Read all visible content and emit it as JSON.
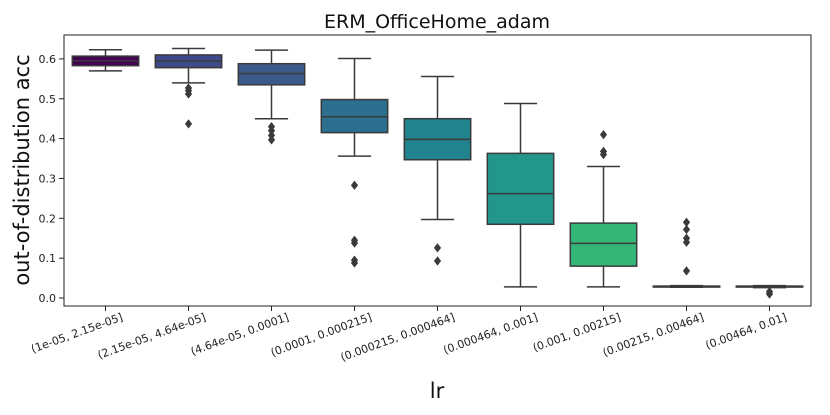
{
  "chart_data": {
    "type": "box",
    "title": "ERM_OfficeHome_adam",
    "xlabel": "lr",
    "ylabel": "out-of-distribution acc",
    "ylim": [
      -0.02,
      0.66
    ],
    "yticks": [
      0.0,
      0.1,
      0.2,
      0.3,
      0.4,
      0.5,
      0.6
    ],
    "ytick_labels": [
      "0.0",
      "0.1",
      "0.2",
      "0.3",
      "0.4",
      "0.5",
      "0.6"
    ],
    "grid": false,
    "categories": [
      "(1e-05, 2.15e-05]",
      "(2.15e-05, 4.64e-05]",
      "(4.64e-05, 0.0001]",
      "(0.0001, 0.000215]",
      "(0.000215, 0.000464]",
      "(0.000464, 0.001]",
      "(0.001, 0.00215]",
      "(0.00215, 0.00464]",
      "(0.00464, 0.01]"
    ],
    "boxes": [
      {
        "whisker_low": 0.57,
        "q1": 0.583,
        "median": 0.595,
        "q3": 0.607,
        "whisker_high": 0.623,
        "outliers": [],
        "color": "#440154"
      },
      {
        "whisker_low": 0.54,
        "q1": 0.578,
        "median": 0.595,
        "q3": 0.61,
        "whisker_high": 0.626,
        "outliers": [
          0.527,
          0.52,
          0.512,
          0.437
        ],
        "color": "#3e4a89"
      },
      {
        "whisker_low": 0.45,
        "q1": 0.535,
        "median": 0.563,
        "q3": 0.588,
        "whisker_high": 0.622,
        "outliers": [
          0.43,
          0.42,
          0.408,
          0.397
        ],
        "color": "#3b5a8c"
      },
      {
        "whisker_low": 0.356,
        "q1": 0.415,
        "median": 0.455,
        "q3": 0.498,
        "whisker_high": 0.601,
        "outliers": [
          0.283,
          0.145,
          0.138,
          0.095,
          0.088
        ],
        "color": "#2c6f8e"
      },
      {
        "whisker_low": 0.197,
        "q1": 0.347,
        "median": 0.398,
        "q3": 0.45,
        "whisker_high": 0.556,
        "outliers": [
          0.126,
          0.093
        ],
        "color": "#21838d"
      },
      {
        "whisker_low": 0.028,
        "q1": 0.185,
        "median": 0.262,
        "q3": 0.363,
        "whisker_high": 0.488,
        "outliers": [],
        "color": "#22968b"
      },
      {
        "whisker_low": 0.028,
        "q1": 0.08,
        "median": 0.137,
        "q3": 0.188,
        "whisker_high": 0.33,
        "outliers": [
          0.41,
          0.368,
          0.36
        ],
        "color": "#34b679"
      },
      {
        "whisker_low": 0.027,
        "q1": 0.028,
        "median": 0.029,
        "q3": 0.03,
        "whisker_high": 0.031,
        "outliers": [
          0.19,
          0.172,
          0.15,
          0.14,
          0.068
        ],
        "color": "#5ec962"
      },
      {
        "whisker_low": 0.026,
        "q1": 0.028,
        "median": 0.029,
        "q3": 0.03,
        "whisker_high": 0.031,
        "outliers": [
          0.016,
          0.01
        ],
        "color": "#7ad151"
      }
    ]
  }
}
